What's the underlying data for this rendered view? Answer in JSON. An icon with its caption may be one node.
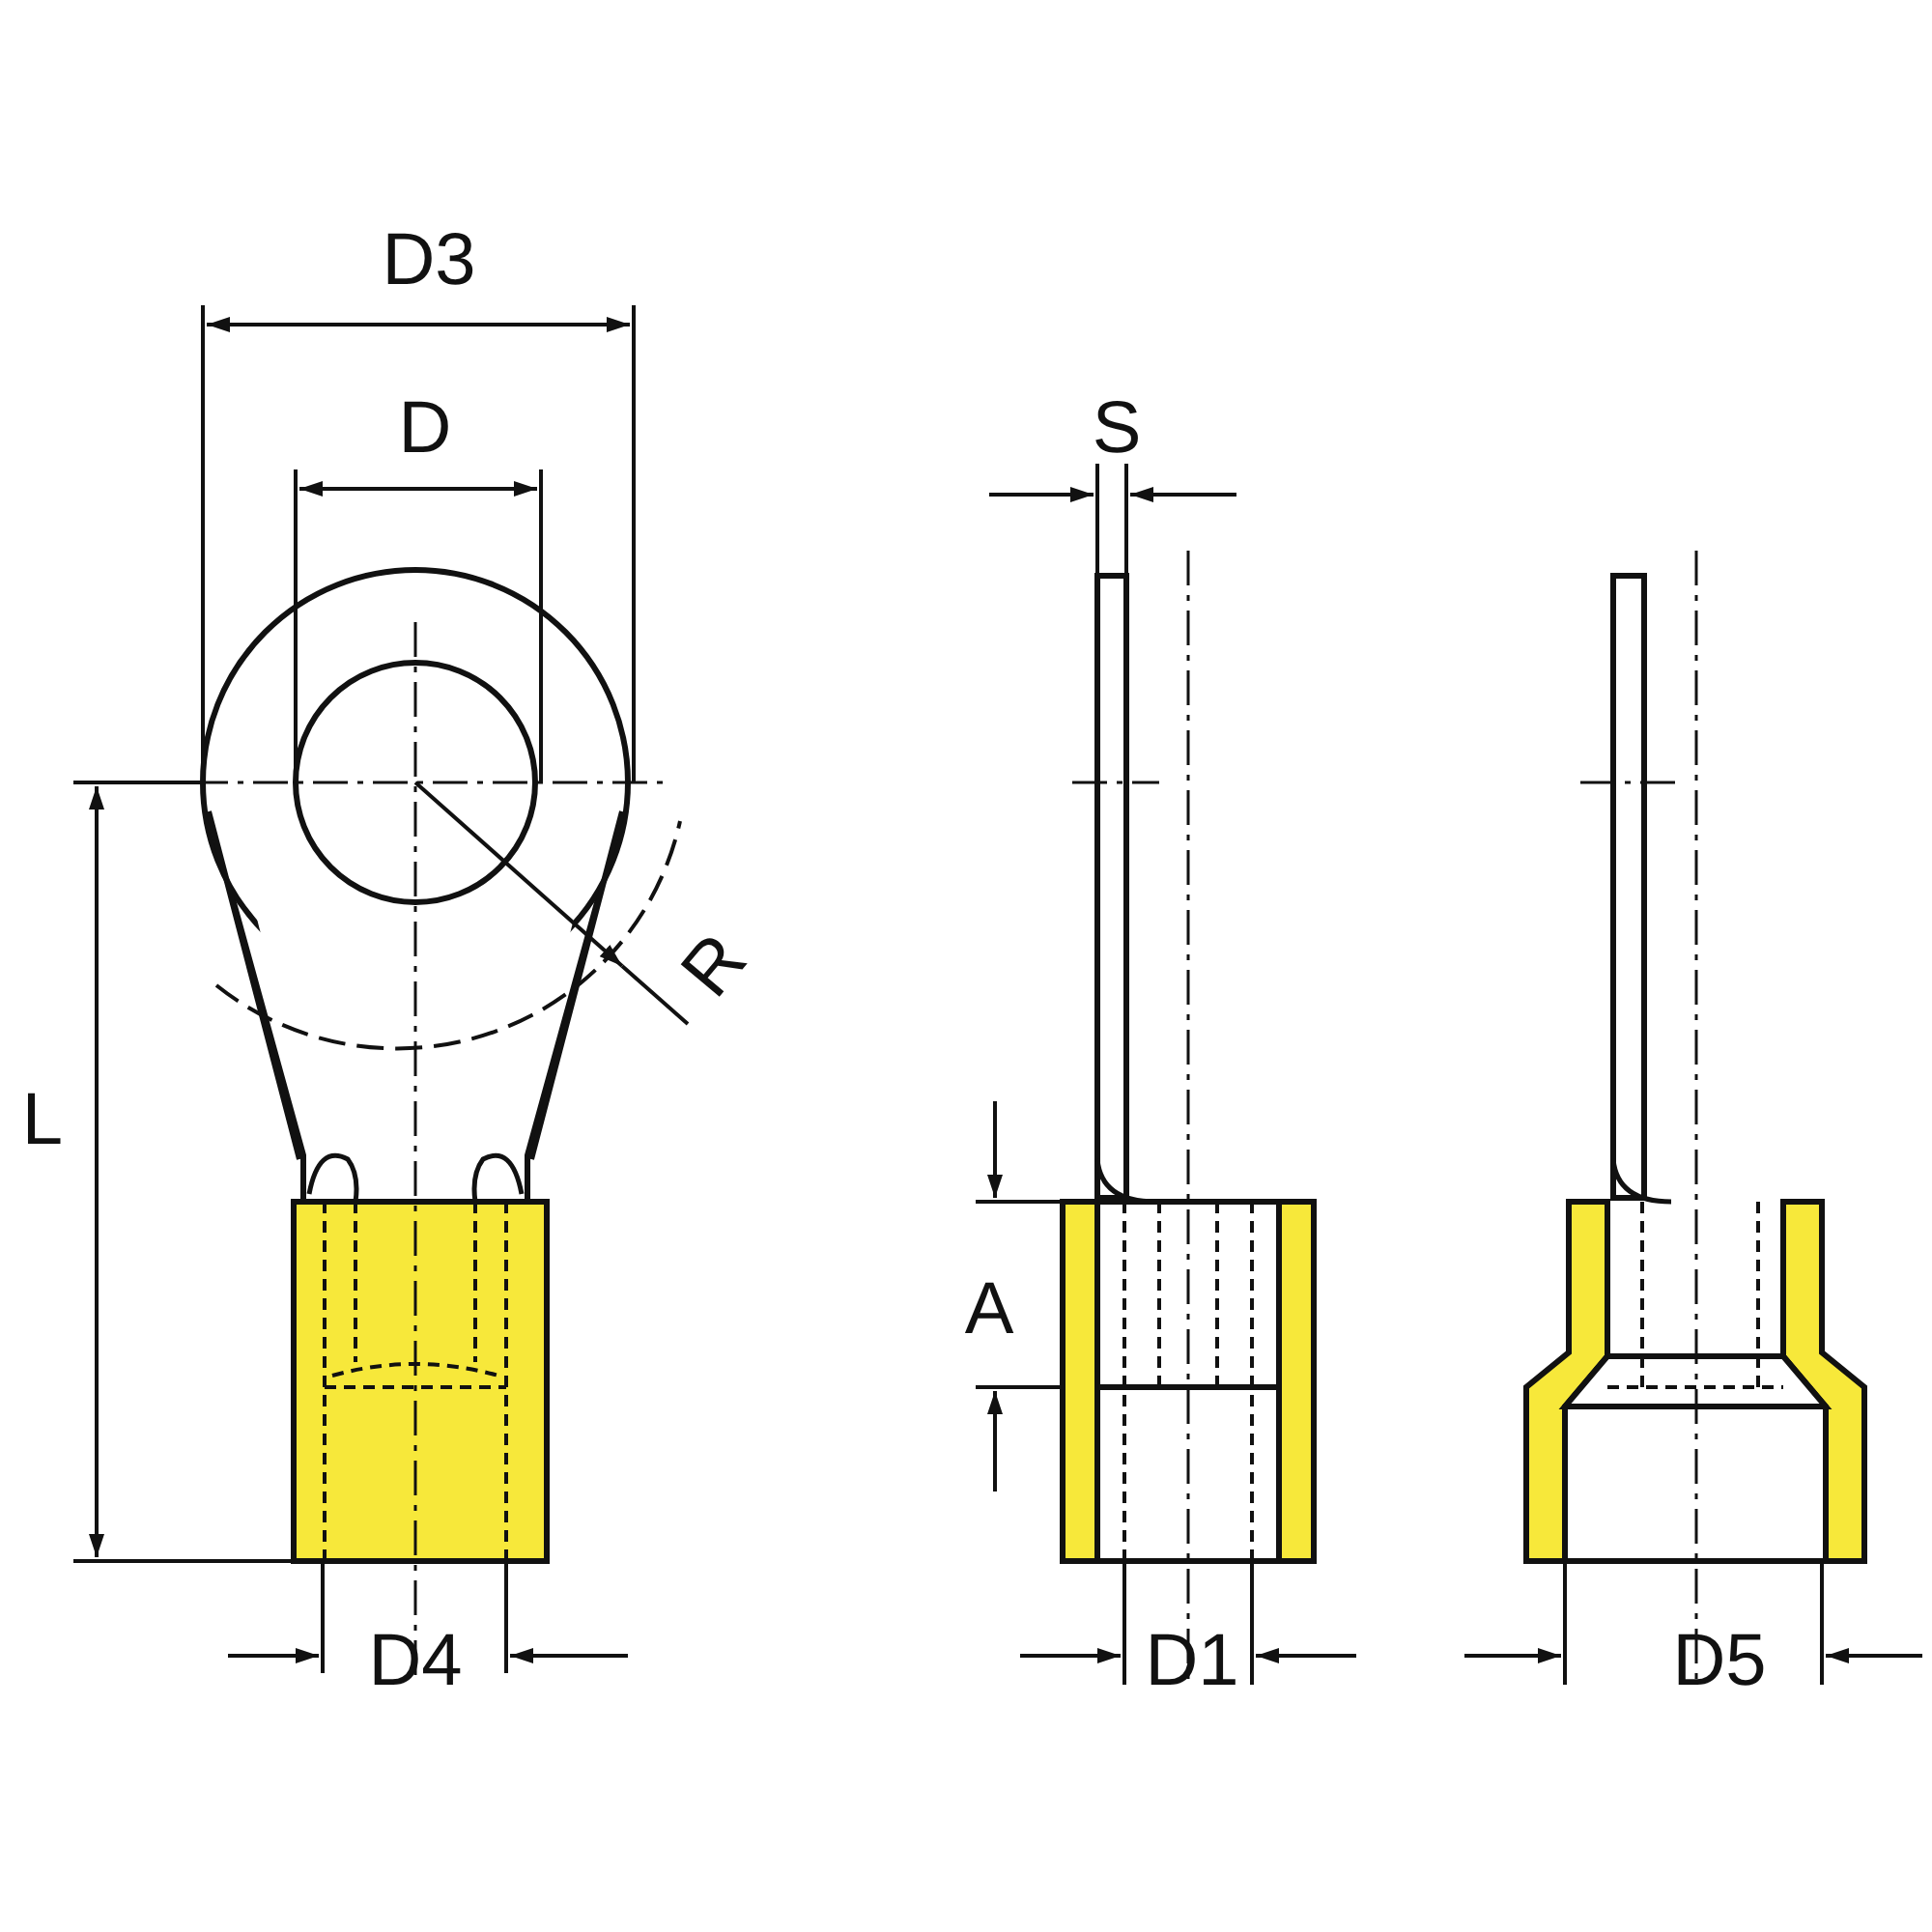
{
  "diagram": {
    "labels": [
      "D3",
      "D",
      "S",
      "R",
      "L",
      "A",
      "D4",
      "D1",
      "D5"
    ]
  }
}
